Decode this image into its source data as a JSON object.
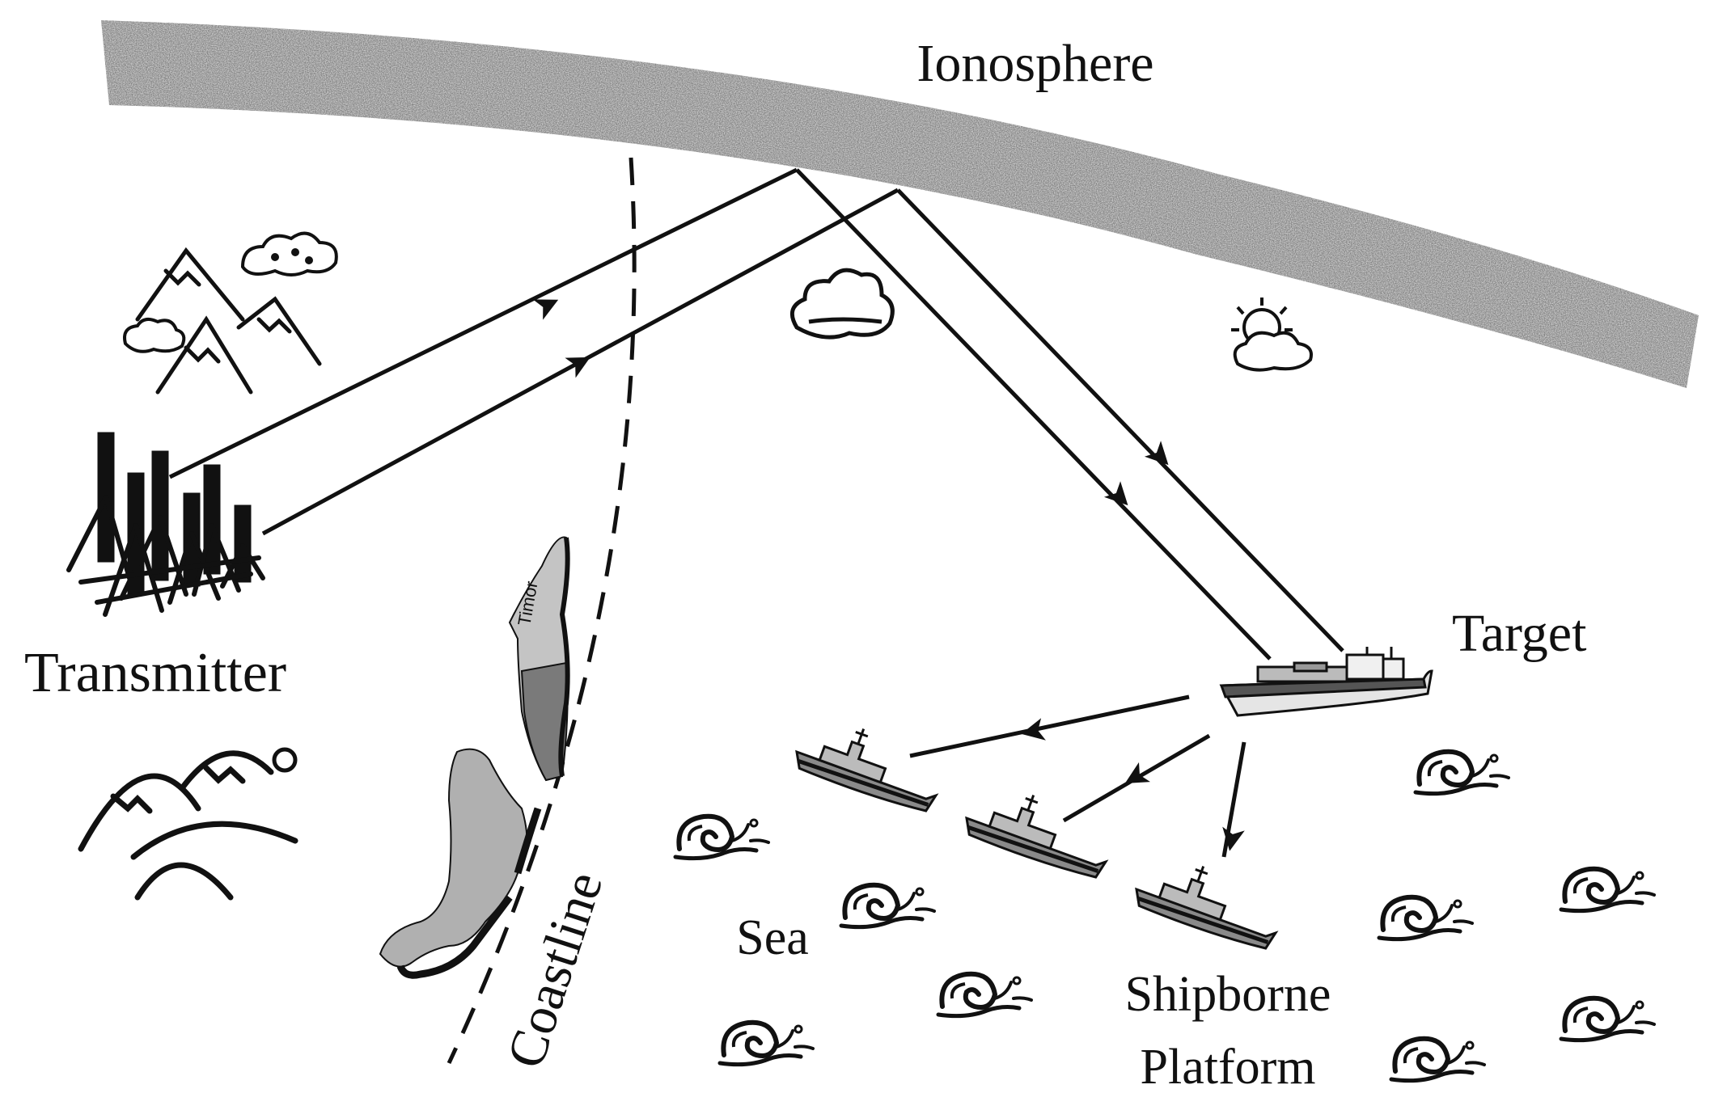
{
  "labels": {
    "ionosphere": "Ionosphere",
    "transmitter": "Transmitter",
    "target": "Target",
    "sea": "Sea",
    "coastline": "Coastline",
    "platform_line1": "Shipborne",
    "platform_line2": "Platform",
    "island": "Timor"
  },
  "colors": {
    "ink": "#111111",
    "ionosphere": "#6e6e6e",
    "land_light": "#c4c4c4",
    "land_mid": "#9a9a9a",
    "land_dark": "#7a7a7a",
    "ship_hull": "#8a8a8a"
  },
  "icons": [
    "mountain-icon",
    "cloud-icon",
    "sun-cloud-icon",
    "antenna-array-icon",
    "wave-icon",
    "warship-icon",
    "cargo-ship-icon",
    "island-map-icon"
  ]
}
